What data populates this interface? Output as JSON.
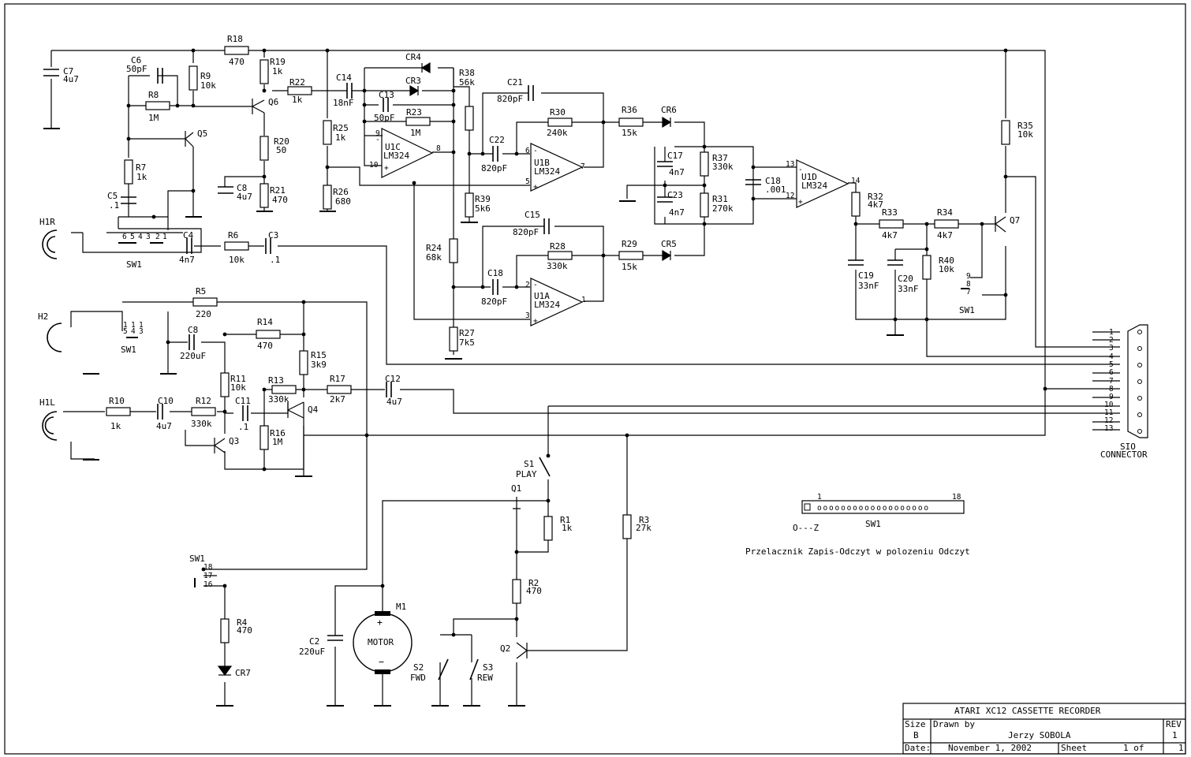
{
  "labels": {
    "R18": "R18",
    "R18v": "470",
    "C7": "C7",
    "C7v": "4u7",
    "C6": "C6",
    "C6v": "50pF",
    "R9": "R9",
    "R9v": "10k",
    "R19": "R19",
    "R19v": "1k",
    "R8": "R8",
    "R8v": "1M",
    "Q5": "Q5",
    "Q6": "Q6",
    "R22": "R22",
    "R22v": "1k",
    "C14": "C14",
    "C14v": "18nF",
    "CR4": "CR4",
    "CR3": "CR3",
    "R38": "R38",
    "R38v": "56k",
    "C13": "C13",
    "C13v": "50pF",
    "R23": "R23",
    "R23v": "1M",
    "R20": "R20",
    "R20v": "50",
    "R25": "R25",
    "R25v": "1k",
    "C8a": "C8",
    "C8av": "4u7",
    "R21": "R21",
    "R21v": "470",
    "R26": "R26",
    "R26v": "680",
    "R7": "R7",
    "R7v": "1k",
    "C5": "C5",
    "C5v": ".1",
    "H1R": "H1R",
    "C4": "C4",
    "C4v": "4n7",
    "R6": "R6",
    "R6v": "10k",
    "C3": "C3",
    "C3v": ".1",
    "SW1": "SW1",
    "U1C": "U1C",
    "LM324": "LM324",
    "U1B": "U1B",
    "U1A": "U1A",
    "U1D": "U1D",
    "C21": "C21",
    "C21v": "820pF",
    "R30": "R30",
    "R30v": "240k",
    "C22": "C22",
    "C22v": "820pF",
    "R39": "R39",
    "R39v": "5k6",
    "R24": "R24",
    "R24v": "68k",
    "C15": "C15",
    "C15v": "820pF",
    "R28": "R28",
    "R28v": "330k",
    "C18a": "C18",
    "C18av": "820pF",
    "R27": "R27",
    "R27v": "7k5",
    "R36": "R36",
    "R36v": "15k",
    "CR6": "CR6",
    "R29": "R29",
    "R29v": "15k",
    "CR5": "CR5",
    "C17": "C17",
    "C17v": "4n7",
    "C23": "C23",
    "C23v": "4n7",
    "R37": "R37",
    "R37v": "330k",
    "R31": "R31",
    "R31v": "270k",
    "C18b": "C18",
    "C18bv": ".001",
    "R35": "R35",
    "R35v": "10k",
    "R32": "R32",
    "R32v": "4k7",
    "R33": "R33",
    "R33v": "4k7",
    "R34": "R34",
    "R34v": "4k7",
    "Q7": "Q7",
    "C19": "C19",
    "C19v": "33nF",
    "C20": "C20",
    "C20v": "33nF",
    "R40": "R40",
    "R40v": "10k",
    "H2": "H2",
    "R5": "R5",
    "R5v": "220",
    "C8b": "C8",
    "C8bv": "220uF",
    "R14": "R14",
    "R14v": "470",
    "R15": "R15",
    "R15v": "3k9",
    "R11": "R11",
    "R11v": "10k",
    "R13": "R13",
    "R13v": "330k",
    "R17": "R17",
    "R17v": "2k7",
    "C12": "C12",
    "C12v": "4u7",
    "H1L": "H1L",
    "R10": "R10",
    "R10v": "1k",
    "C10": "C10",
    "C10v": "4u7",
    "R12": "R12",
    "R12v": "330k",
    "C11": "C11",
    "C11v": ".1",
    "Q3": "Q3",
    "Q4": "Q4",
    "R16": "R16",
    "R16v": "1M",
    "S1": "S1",
    "PLAY": "PLAY",
    "Q1": "Q1",
    "R1": "R1",
    "R1v": "1k",
    "R3": "R3",
    "R3v": "27k",
    "R2": "R2",
    "R2v": "470",
    "R4": "R4",
    "R4v": "470",
    "CR7": "CR7",
    "M1": "M1",
    "MOTOR": "MOTOR",
    "C2": "C2",
    "C2v": "220uF",
    "S2": "S2",
    "FWD": "FWD",
    "S3": "S3",
    "REW": "REW",
    "Q2": "Q2",
    "SIO1": "SIO",
    "SIO2": "CONNECTOR",
    "sw1_1": "1",
    "sw1_18": "18",
    "sw1_oz": "O---Z",
    "note": "Przelacznik Zapis-Odczyt w polozeniu Odczyt"
  },
  "title_block": {
    "title": "ATARI XC12 CASSETTE RECORDER",
    "size_label": "Size",
    "size_value": "B",
    "drawn_label": "Drawn by",
    "author": "Jerzy SOBOLA",
    "rev_label": "REV",
    "rev_value": "1",
    "date_label": "Date:",
    "date_value": "November  1, 2002",
    "sheet_label": "Sheet",
    "sheet_value": "1 of",
    "sheet_total": "1"
  }
}
